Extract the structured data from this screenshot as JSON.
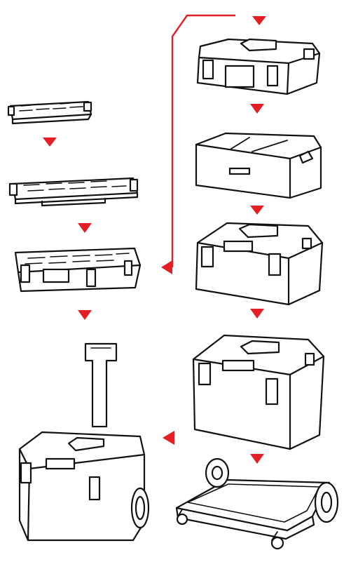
{
  "colors": {
    "arrow": "#e31e24",
    "outline": "#111111",
    "background": "#ffffff"
  },
  "diagram": {
    "stages": [
      {
        "id": "organizer-small"
      },
      {
        "id": "organizer-medium"
      },
      {
        "id": "organizer-large"
      },
      {
        "id": "trolley-box"
      },
      {
        "id": "toolbox-top"
      },
      {
        "id": "toolbox-tray"
      },
      {
        "id": "toolbox-medium"
      },
      {
        "id": "toolbox-large"
      },
      {
        "id": "wheeled-platform"
      }
    ],
    "arrows": [
      {
        "from": "organizer-small",
        "to": "organizer-medium"
      },
      {
        "from": "organizer-medium",
        "to": "organizer-large"
      },
      {
        "from": "organizer-large",
        "to": "trolley-box"
      },
      {
        "from": "toolbox-top",
        "to": "toolbox-tray"
      },
      {
        "from": "toolbox-tray",
        "to": "toolbox-medium"
      },
      {
        "from": "toolbox-medium",
        "to": "toolbox-large"
      },
      {
        "from": "toolbox-large",
        "to": "wheeled-platform"
      },
      {
        "from": "wheeled-platform",
        "to": "trolley-box"
      },
      {
        "from": "organizer-large",
        "to": "toolbox-top",
        "style": "connector-line"
      }
    ]
  }
}
